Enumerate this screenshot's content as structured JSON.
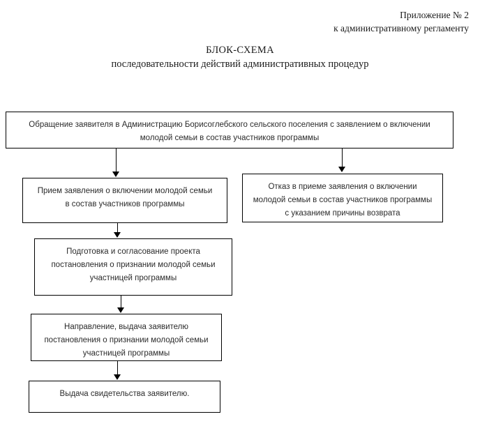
{
  "document": {
    "header": {
      "appendix_line": "Приложение № 2",
      "regulation_line": "к административному регламенту"
    },
    "title": {
      "main": "БЛОК-СХЕМА",
      "subtitle": "последовательности действий административных процедур"
    }
  },
  "chart_data": {
    "type": "diagram",
    "title": "БЛОК-СХЕМА последовательности действий административных процедур",
    "nodes": [
      {
        "id": "intake",
        "lines": [
          "Обращение заявителя в Администрацию  Борисоглебского сельского поселения с заявлением о включении",
          "молодой семьи в состав участников программы"
        ]
      },
      {
        "id": "accept",
        "lines": [
          "Прием заявления о включении молодой семьи",
          "в состав участников программы"
        ]
      },
      {
        "id": "reject",
        "lines": [
          "Отказ в приеме заявления о включении",
          "молодой семьи в состав участников программы",
          "с указанием причины возврата"
        ]
      },
      {
        "id": "prepare",
        "lines": [
          "Подготовка и согласование проекта",
          "постановления о признании молодой  семьи",
          "участницей программы"
        ]
      },
      {
        "id": "issue_resolution",
        "lines": [
          "Направление, выдача заявителю",
          "постановления о признании молодой семьи",
          "участницей программы"
        ]
      },
      {
        "id": "certificate",
        "lines": [
          "Выдача свидетельства заявителю."
        ]
      }
    ],
    "edges": [
      {
        "from": "intake",
        "to": "accept",
        "style": "arrow-down"
      },
      {
        "from": "intake",
        "to": "reject",
        "style": "arrow-down"
      },
      {
        "from": "accept",
        "to": "prepare",
        "style": "arrow-down"
      },
      {
        "from": "prepare",
        "to": "issue_resolution",
        "style": "arrow-down"
      },
      {
        "from": "issue_resolution",
        "to": "certificate",
        "style": "arrow-down"
      }
    ],
    "colors": {
      "background": "#ffffff",
      "node_border": "#000000",
      "node_fill": "#ffffff",
      "text": "#2b2b2b",
      "arrow": "#000000"
    }
  }
}
